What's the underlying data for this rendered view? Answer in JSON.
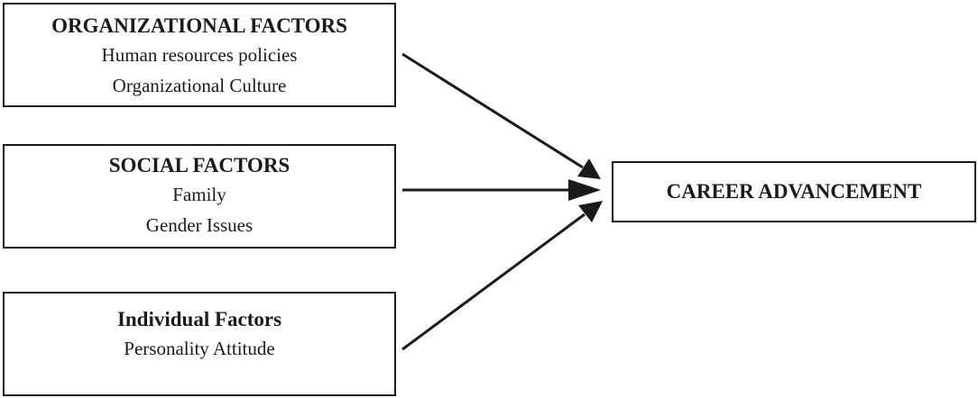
{
  "organizational": {
    "title": "ORGANIZATIONAL FACTORS",
    "items": [
      "Human resources policies",
      "Organizational Culture"
    ]
  },
  "social": {
    "title": "SOCIAL FACTORS",
    "items": [
      "Family",
      "Gender Issues"
    ]
  },
  "individual": {
    "title": "Individual Factors",
    "items": [
      "Personality Attitude"
    ]
  },
  "outcome": {
    "title": "CAREER ADVANCEMENT"
  },
  "colors": {
    "stroke": "#1a1a1a",
    "background": "#ffffff"
  }
}
